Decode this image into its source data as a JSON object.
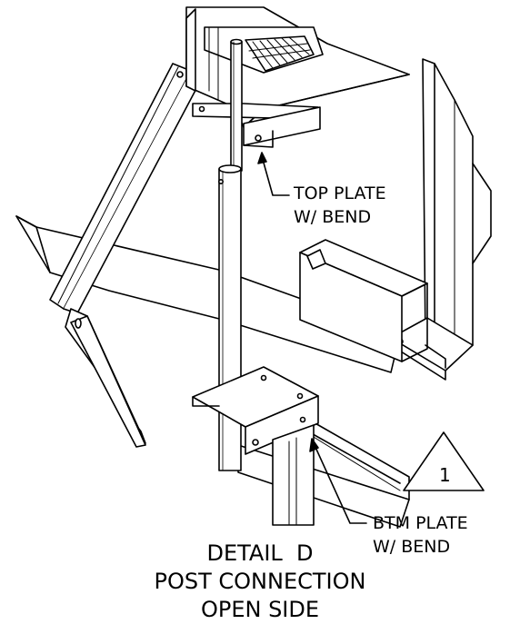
{
  "callouts": {
    "top_plate": {
      "line1": "TOP PLATE",
      "line2": "W/ BEND"
    },
    "btm_plate": {
      "line1": "BTM PLATE",
      "line2": "W/ BEND"
    }
  },
  "caption": {
    "line1": "DETAIL  D",
    "line2": "POST CONNECTION",
    "line3": "OPEN SIDE"
  },
  "revision_marker": {
    "number": "1"
  },
  "colors": {
    "ink": "#000000",
    "paper": "#ffffff"
  }
}
